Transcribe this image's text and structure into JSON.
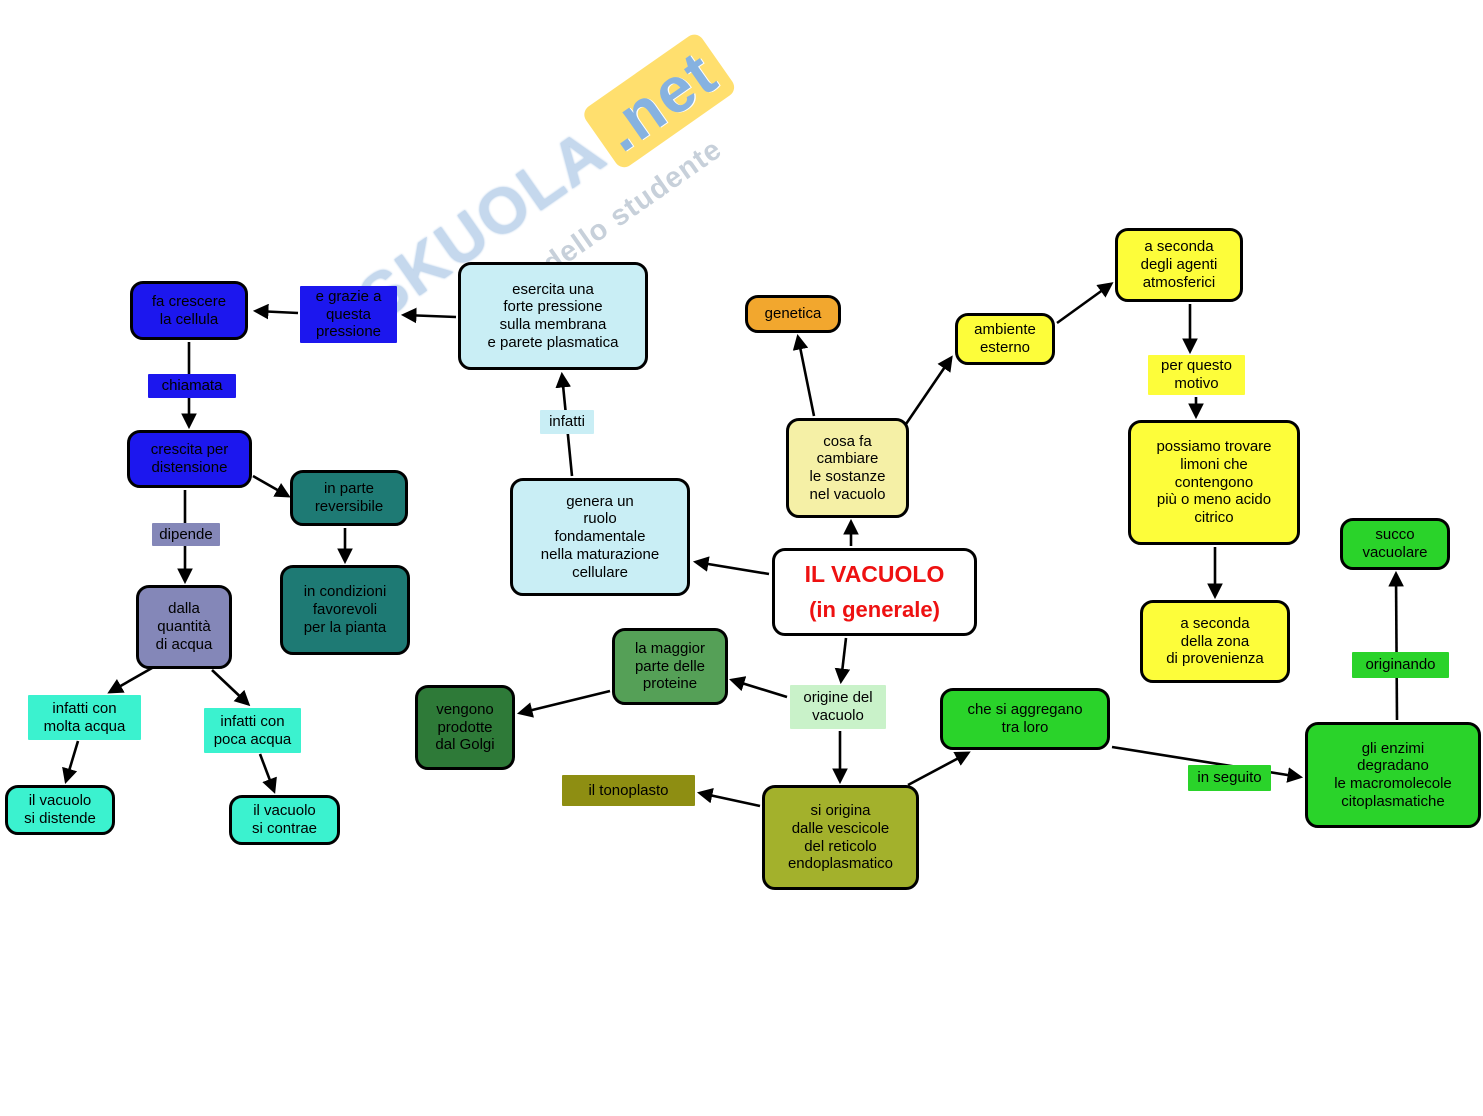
{
  "watermark": {
    "brand": "SKUOLA",
    "tld": ".net",
    "tagline": "dello studente"
  },
  "palette": {
    "blue": "#1c17ee",
    "slate": "#8487b8",
    "teal": "#1e7a74",
    "cyan": "#3bf2cf",
    "light_cyan": "#c9eef5",
    "orange": "#f2a72e",
    "yellow": "#fdfd3a",
    "pale_yellow": "#f5f0a6",
    "pale_green": "#c9f2c9",
    "mid_green": "#55a057",
    "dark_green": "#2e7a38",
    "bright_green": "#2ad32a",
    "olive": "#a3b12c",
    "dark_olive": "#8e8e12",
    "white": "#ffffff",
    "arrow": "#000000",
    "title_red": "#ee1111"
  },
  "nodes": {
    "fa_crescere": "fa crescere\nla cellula",
    "e_grazie": "e grazie a\nquesta\npressione",
    "chiamata": "chiamata",
    "crescita": "crescita per\ndistensione",
    "in_parte": "in parte\nreversibile",
    "dipende": "dipende",
    "dalla_quantita": "dalla\nquantità\ndi acqua",
    "in_condizioni": "in condizioni\nfavorevoli\nper la pianta",
    "infatti_molta": "infatti con\nmolta acqua",
    "infatti_poca": "infatti con\npoca acqua",
    "si_distende": "il vacuolo\nsi distende",
    "si_contrae": "il vacuolo\nsi contrae",
    "esercita": "esercita una\nforte pressione\nsulla membrana\ne parete plasmatica",
    "infatti": "infatti",
    "genera": "genera un\nruolo\nfondamentale\nnella maturazione\ncellulare",
    "genetica": "genetica",
    "ambiente": "ambiente\nesterno",
    "a_seconda_agenti": "a seconda\ndegli agenti\natmosferici",
    "per_questo": "per questo\nmotivo",
    "cosa_fa": "cosa fa\ncambiare\nle sostanze\nnel vacuolo",
    "possiamo": "possiamo trovare\nlimoni che\ncontengono\npiù o meno acido\ncitrico",
    "a_seconda_zona": "a seconda\ndella zona\ndi provenienza",
    "succo": "succo\nvacuolare",
    "vacuolo_title": "IL VACUOLO",
    "vacuolo_sub": "(in generale)",
    "maggior": "la maggior\nparte delle\nproteine",
    "origine": "origine del\nvacuolo",
    "golgi": "vengono\nprodotte\ndal Golgi",
    "aggregano": "che si aggregano\ntra loro",
    "tonoplasto": "il tonoplasto",
    "si_origina": "si origina\ndalle vescicole\ndel reticolo\nendoplasmatico",
    "in_seguito": "in seguito",
    "enzimi": "gli enzimi\ndegradano\nle macromolecole\ncitoplasmatiche",
    "originando": "originando"
  }
}
